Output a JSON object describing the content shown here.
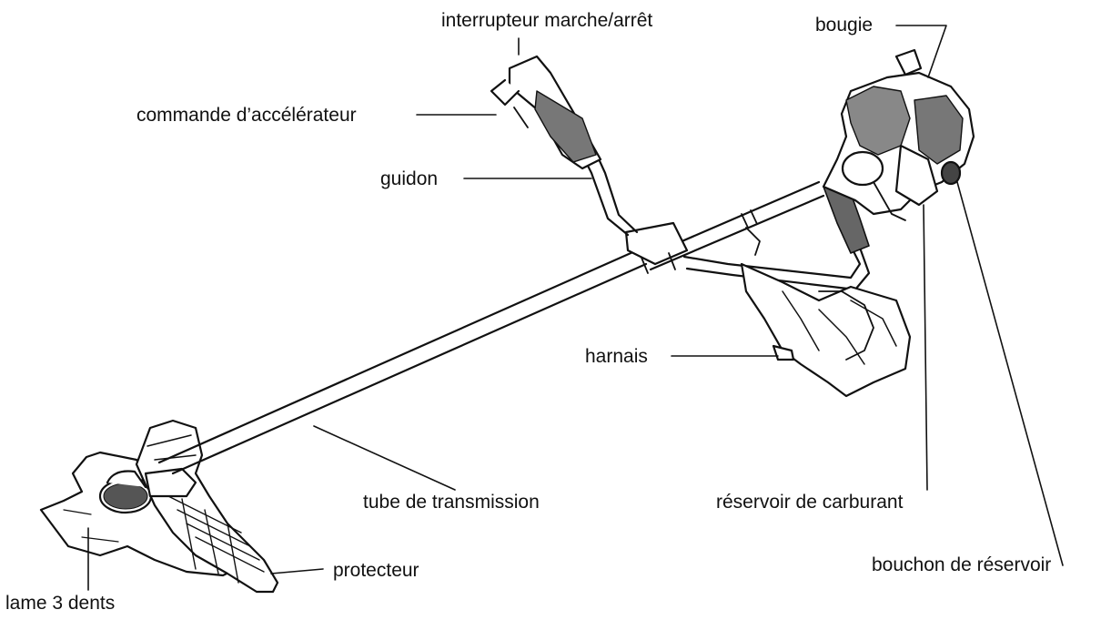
{
  "labels": {
    "switch": "interrupteur marche/arrêt",
    "spark_plug": "bougie",
    "throttle": "commande d’accélérateur",
    "handlebar": "guidon",
    "harness": "harnais",
    "drive_tube": "tube de transmission",
    "fuel_tank": "réservoir de carburant",
    "tank_cap": "bouchon de réservoir",
    "guard": "protecteur",
    "blade": "lame 3 dents"
  }
}
